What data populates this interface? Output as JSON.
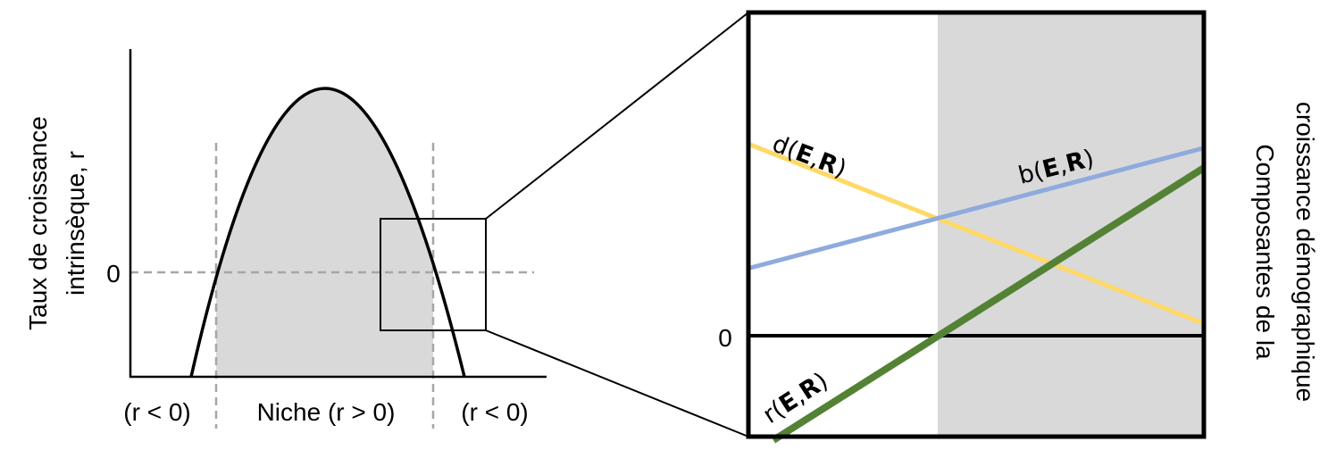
{
  "left_panel": {
    "y_axis_label_line1": "Taux de croissance",
    "y_axis_label_line2": "intrinsèque, r",
    "zero_tick": "0",
    "region_left": "(r < 0)",
    "region_center": "Niche (r > 0)",
    "region_right": "(r < 0)"
  },
  "right_panel": {
    "y_axis_label_line1": "Composantes de la",
    "y_axis_label_line2": "croissance démographique",
    "zero_tick": "0",
    "line_d": {
      "prefix": "d(",
      "arg1": "E",
      "comma": ",",
      "arg2": "R",
      "suffix": ")"
    },
    "line_b": {
      "prefix": "b(",
      "arg1": "E",
      "comma": ",",
      "arg2": "R",
      "suffix": ")"
    },
    "line_r": {
      "prefix": "r(",
      "arg1": "E",
      "comma": ",",
      "arg2": "R",
      "suffix": ")"
    }
  },
  "colors": {
    "niche_fill": "#d9d9d9",
    "dashed_guides": "#a6a6a6",
    "death_rate_line": "#ffd966",
    "birth_rate_line": "#8faadc",
    "growth_rate_line": "#548235"
  }
}
